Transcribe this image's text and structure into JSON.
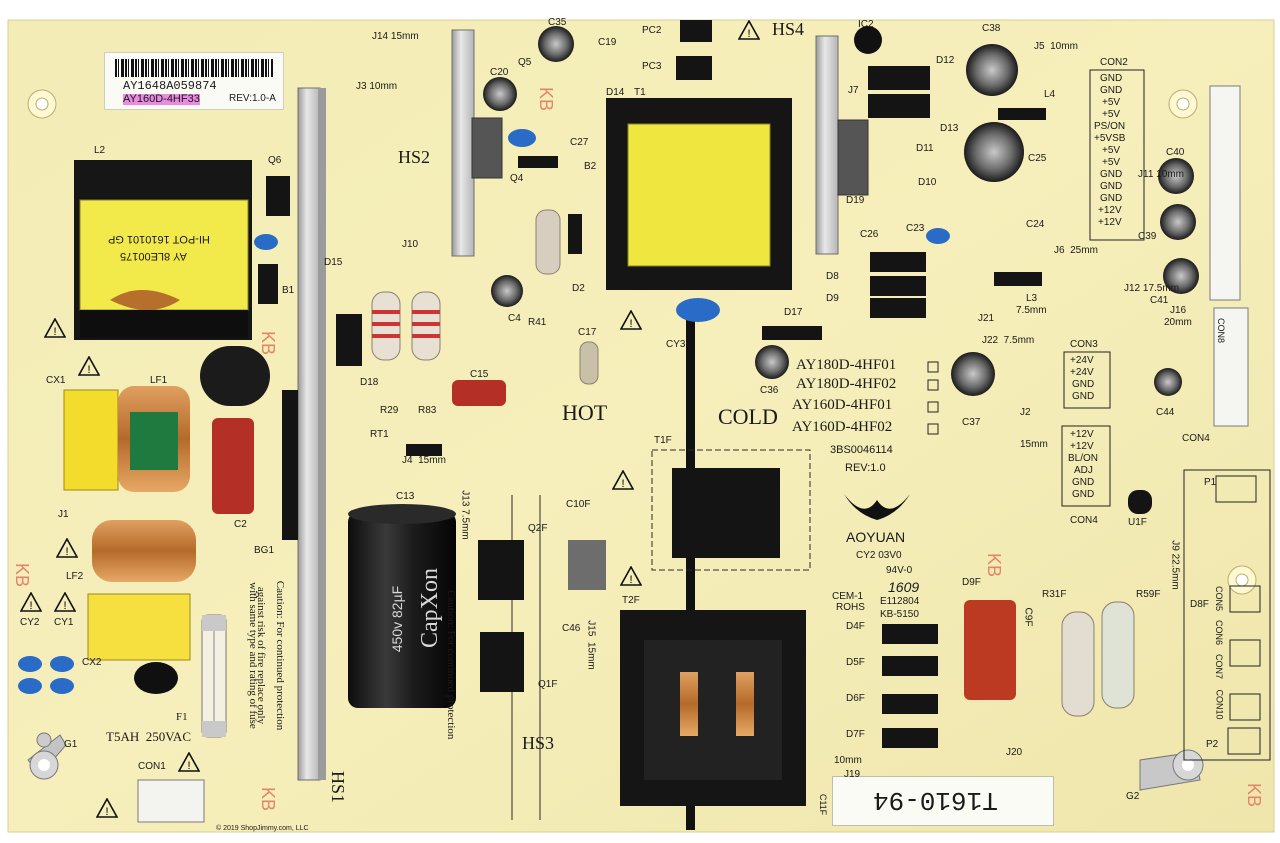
{
  "board": {
    "sticker": {
      "serial": "AY1648A059874",
      "model": "AY160D-4HF33",
      "rev": "REV:1.0-A"
    },
    "transformer_label_line1": "HI-POT 1610101 GP",
    "transformer_label_line2": "AY 8LE00175",
    "heatsinks": {
      "hs1": "HS1",
      "hs2": "HS2",
      "hs3": "HS3",
      "hs4": "HS4"
    },
    "zones": {
      "hot": "HOT",
      "cold": "COLD"
    },
    "model_options": [
      "AY180D-4HF01",
      "AY180D-4HF02",
      "AY160D-4HF01",
      "AY160D-4HF02"
    ],
    "pcb_id": "3BS0046114",
    "pcb_rev": "REV:1.0",
    "brand": "AOYUAN",
    "cert": {
      "cy": "CY2 03V0",
      "v": "94V-0",
      "datecode": "1609",
      "e": "E112804",
      "kb": "KB-5150",
      "cem": "CEM-1",
      "rohs": "ROHS"
    },
    "fuse": {
      "label": "F1",
      "rating": "T5AH  250VAC"
    },
    "capacitor": {
      "brand": "CapXon",
      "rating": "450v 82µF"
    },
    "caution_lines": [
      "Caution: For continued protection",
      "against risk of fire replace only",
      "with same type and rating of fuse"
    ],
    "con2_pins": [
      "GND",
      "GND",
      "+5V",
      "+5V",
      "PS/ON",
      "+5VSB",
      "+5V",
      "+5V",
      "GND",
      "GND",
      "GND",
      "+12V",
      "+12V"
    ],
    "con3_pins": [
      "+24V",
      "+24V",
      "GND",
      "GND"
    ],
    "con4_pins": [
      "+12V",
      "+12V",
      "BL/ON",
      "ADJ",
      "GND",
      "GND"
    ],
    "tag_text": "T1610-94",
    "copyright": "© 2019 ShopJimmy.com, LLC",
    "refs": {
      "L2": "L2",
      "Q6": "Q6",
      "B1": "B1",
      "D15": "D15",
      "J10": "J10",
      "R29": "R29",
      "R83": "R83",
      "D18": "D18",
      "J14": "J14 15mm",
      "J3": "J3 10mm",
      "C20": "C20",
      "Q5": "Q5",
      "C35": "C35",
      "C19": "C19",
      "PC2": "PC2",
      "PC3": "PC3",
      "D14": "D14",
      "T1": "T1",
      "C27": "C27",
      "B2": "B2",
      "Q4": "Q4",
      "D2": "D2",
      "R41": "R41",
      "C4": "C4",
      "C17": "C17",
      "C15": "C15",
      "RT1": "RT1",
      "J4": "J4  15mm",
      "IC2": "IC2",
      "C38": "C38",
      "J5": "J5  10mm",
      "D12": "D12",
      "J7": "J7",
      "D13": "D13",
      "L4": "L4",
      "C25": "C25",
      "D11": "D11",
      "D10": "D10",
      "D19": "D19",
      "C26": "C26",
      "C23": "C23",
      "C24": "C24",
      "J6": "J6  25mm",
      "D8": "D8",
      "D9": "D9",
      "L3": "L3",
      "L3mm": "7.5mm",
      "J21": "J21",
      "J22": "J22  7.5mm",
      "D17": "D17",
      "C36": "C36",
      "C37": "C37",
      "J2": "J2",
      "J2mm": "15mm",
      "CY3": "CY3",
      "C40": "C40",
      "C39": "C39",
      "C41": "C41",
      "J11": "J11 10mm",
      "J12": "J12 17.5mm",
      "J16": "J16",
      "J16mm": "20mm",
      "C44": "C44",
      "CON4b": "CON4",
      "CON2": "CON2",
      "CON3": "CON3",
      "CON4": "CON4",
      "U1F": "U1F",
      "P1": "P1",
      "P2": "P2",
      "CX1": "CX1",
      "LF1": "LF1",
      "J1": "J1",
      "C2": "C2",
      "BG1": "BG1",
      "LF2": "LF2",
      "CY2": "CY2",
      "CY1": "CY1",
      "CX2": "CX2",
      "G1": "G1",
      "CON1": "CON1",
      "C13": "C13",
      "J13": "J13 7.5mm",
      "Q2F": "Q2F",
      "C10F": "C10F",
      "C46": "C46",
      "J15": "J15  15mm",
      "Q1F": "Q1F",
      "T1F": "T1F",
      "T2F": "T2F",
      "D4F": "D4F",
      "D5F": "D5F",
      "D6F": "D6F",
      "D7F": "D7F",
      "J19": "J19",
      "J20": "J20",
      "J19mm": "10mm",
      "D9F": "D9F",
      "R31F": "R31F",
      "R59F": "R59F",
      "J9": "J9 22.5mm",
      "D8F": "D8F",
      "CON5": "CON5",
      "CON6": "CON6",
      "CON7": "CON7",
      "CON10": "CON10",
      "G2": "G2",
      "C11F": "C11F",
      "C9F": "C9F",
      "KB": "KB",
      "CON8": "CON8"
    }
  }
}
